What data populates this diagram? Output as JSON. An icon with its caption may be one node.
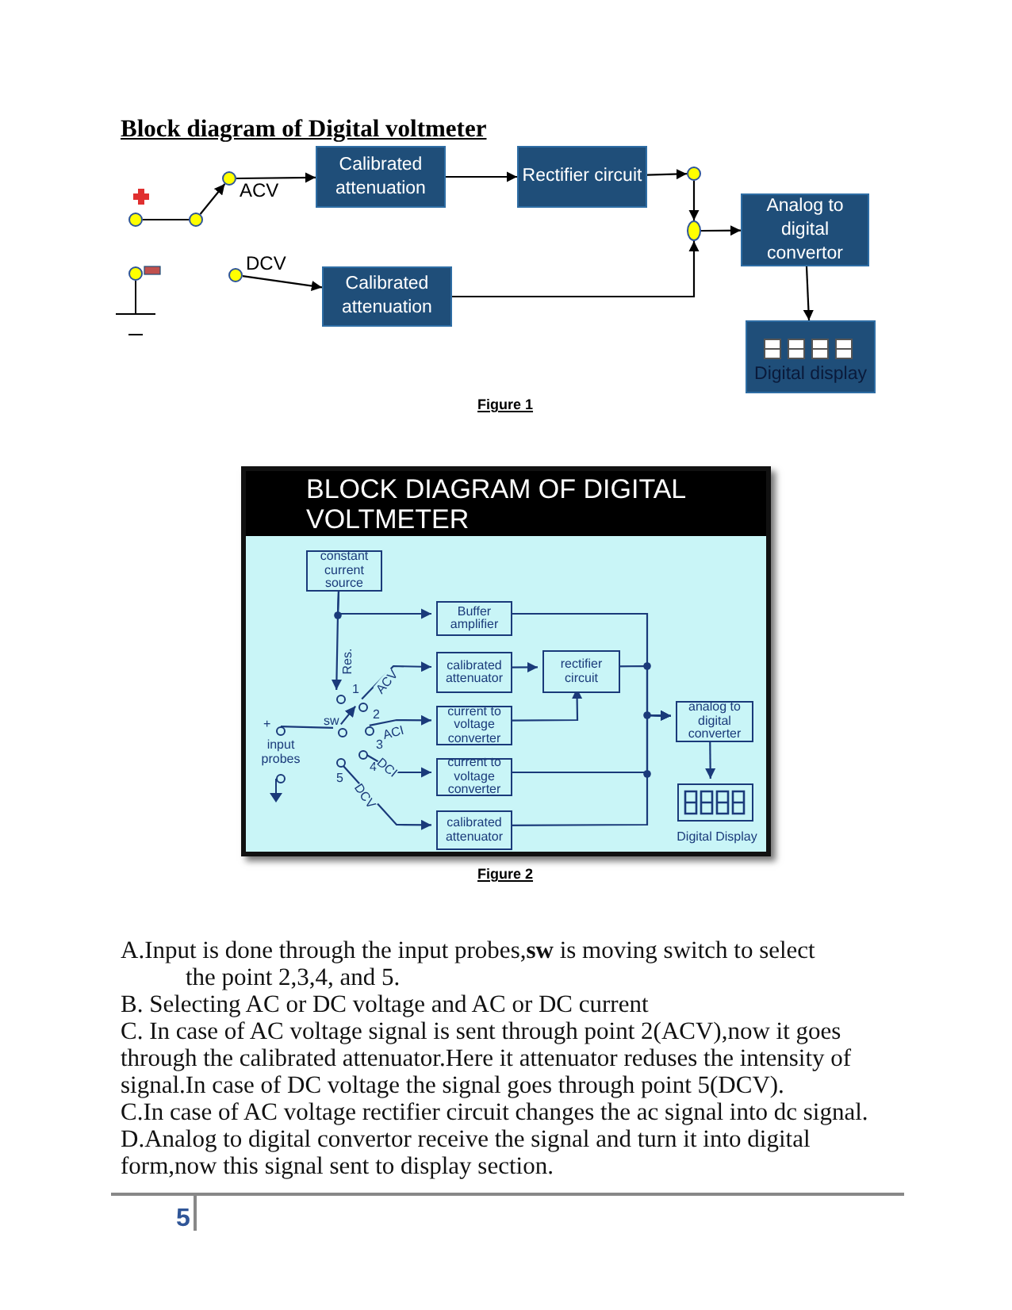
{
  "diagram": {
    "title": "Block diagram of Digital voltmeter",
    "nodes": [
      {
        "text": [
          "Calibrated attenuation"
        ]
      },
      {
        "text": [
          "Rectifier circuit"
        ]
      },
      {
        "text": [
          "Analog to digital convertor"
        ]
      },
      {
        "text": [
          "Digital display"
        ]
      },
      {
        "text": [
          "Calibrated attenuation"
        ]
      },
      {
        "text": [],
        "shape": "circle"
      },
      {
        "text": [],
        "shape": "circle"
      },
      {
        "text": [],
        "shape": "circle",
        "beside": [
          "ACV"
        ]
      },
      {
        "text": [],
        "shape": "circle"
      },
      {
        "text": [],
        "shape": "circle",
        "beside": [
          "DCV"
        ]
      },
      {
        "text": [],
        "shape": "circle"
      },
      {
        "text": [],
        "shape": "circle"
      },
      {
        "text": [
          "BLOCK DIAGRAM OF DIGITAL VOLTMETER"
        ]
      },
      {
        "text": [
          "constant current source"
        ],
        "in": 12
      },
      {
        "text": [
          "Buffer amplifier"
        ],
        "in": 12
      },
      {
        "text": [
          "calibrated attenuator"
        ],
        "in": 12
      },
      {
        "text": [
          "rectifier circuit"
        ],
        "in": 12
      },
      {
        "text": [
          "current to voltage converter"
        ],
        "in": 12
      },
      {
        "text": [
          "current to voltage converter"
        ],
        "in": 12
      },
      {
        "text": [
          "calibrated attenuator"
        ],
        "in": 12
      },
      {
        "text": [
          "analog to digital converter"
        ],
        "in": 12
      },
      {
        "text": [
          "Digital Display"
        ],
        "in": 12
      },
      {
        "text": [],
        "shape": "circle",
        "in": 12,
        "beside": [
          "+"
        ]
      },
      {
        "text": [],
        "shape": "circle",
        "in": 12,
        "beside": [
          "sw"
        ]
      },
      {
        "text": [],
        "shape": "circle",
        "in": 12,
        "beside": [
          "1"
        ]
      },
      {
        "text": [],
        "shape": "circle",
        "in": 12,
        "beside": [
          "2"
        ]
      },
      {
        "text": [],
        "shape": "circle",
        "in": 12,
        "beside": [
          "3"
        ]
      },
      {
        "text": [],
        "shape": "circle",
        "in": 12,
        "beside": [
          "4"
        ]
      },
      {
        "text": [],
        "shape": "circle",
        "in": 12,
        "beside": [
          "5"
        ]
      },
      {
        "text": [],
        "shape": "circle",
        "in": 12
      }
    ],
    "edges": [
      {
        "from": 5,
        "to": 6,
        "arrow": "none",
        "color": "#000000"
      },
      {
        "from": 6,
        "to": 7,
        "arrow": "to",
        "color": "#000000"
      },
      {
        "from": 7,
        "to": 0,
        "arrow": "to",
        "color": "#000000"
      },
      {
        "from": 0,
        "to": 1,
        "arrow": "to",
        "color": "#000000"
      },
      {
        "from": 1,
        "to": 10,
        "arrow": "to",
        "color": "#000000"
      },
      {
        "from": 10,
        "to": 11,
        "arrow": "to",
        "color": "#000000"
      },
      {
        "from": 9,
        "to": 4,
        "arrow": "to",
        "color": "#000000"
      },
      {
        "from": 4,
        "to": 11,
        "arrow": "to",
        "color": "#000000"
      },
      {
        "from": 11,
        "to": 2,
        "arrow": "to",
        "color": "#000000"
      },
      {
        "from": 2,
        "to": 3,
        "arrow": "to",
        "color": "#000000"
      },
      {
        "from": 13,
        "to": 14,
        "arrow": "to"
      },
      {
        "from": 13,
        "to": 24,
        "arrow": "to",
        "label": "Res."
      },
      {
        "from": 14,
        "to": 20,
        "arrow": "to"
      },
      {
        "from": 15,
        "to": 16,
        "arrow": "to"
      },
      {
        "from": 16,
        "to": 20,
        "arrow": "to"
      },
      {
        "from": 17,
        "to": 16,
        "arrow": "to"
      },
      {
        "from": 18,
        "to": 20,
        "arrow": "to"
      },
      {
        "from": 19,
        "to": 20,
        "arrow": "to"
      },
      {
        "from": 20,
        "to": 21,
        "arrow": "to"
      },
      {
        "from": 22,
        "to": 23,
        "arrow": "none"
      },
      {
        "from": 23,
        "to": 25,
        "arrow": "to"
      },
      {
        "from": 25,
        "to": 15,
        "arrow": "to",
        "label": "ACV"
      },
      {
        "from": 26,
        "to": 17,
        "arrow": "to",
        "label": "ACI"
      },
      {
        "from": 27,
        "to": 18,
        "arrow": "to",
        "label": "DCI"
      },
      {
        "from": 28,
        "to": 19,
        "arrow": "to",
        "label": "DCV"
      }
    ],
    "labels": [
      "Figure 1",
      "Figure 2",
      "A.Input is done through the input probes,**sw** is moving switch to select the point 2,3,4, and 5.",
      "B. Selecting AC or DC voltage and AC or DC current",
      "C. In case of AC voltage signal is sent through point 2(ACV),now it goes through the calibrated attenuator.Here it attenuator reduses the intensity of signal.In case of DC voltage the signal goes through point 5(DCV).",
      "C.In case of AC voltage rectifier circuit changes the ac signal into dc signal.",
      "D.Analog to digital convertor receive the signal and turn it into digital form,now this signal sent to display section.",
      "5",
      "input probes"
    ]
  }
}
